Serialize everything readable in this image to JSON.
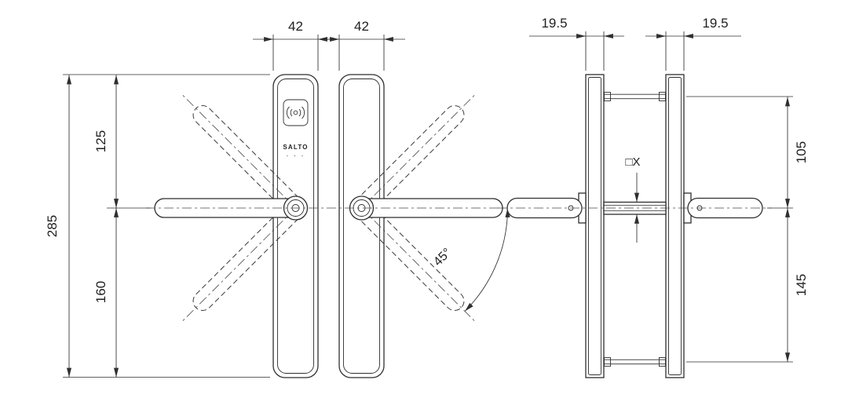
{
  "drawing": {
    "brand": "SALTO",
    "brand_dots": "· · ·",
    "front": {
      "width_plate_left": "42",
      "width_plate_right": "42",
      "height_total": "285",
      "top_to_handle": "125",
      "handle_to_bottom": "160",
      "handle_angle": "45°"
    },
    "side": {
      "depth_left": "19.5",
      "depth_right": "19.5",
      "top_fixing_to_handle": "105",
      "handle_to_bottom_fixing": "145",
      "spindle": "□X"
    },
    "colors": {
      "line": "#2f2f2f",
      "background": "#ffffff"
    }
  }
}
